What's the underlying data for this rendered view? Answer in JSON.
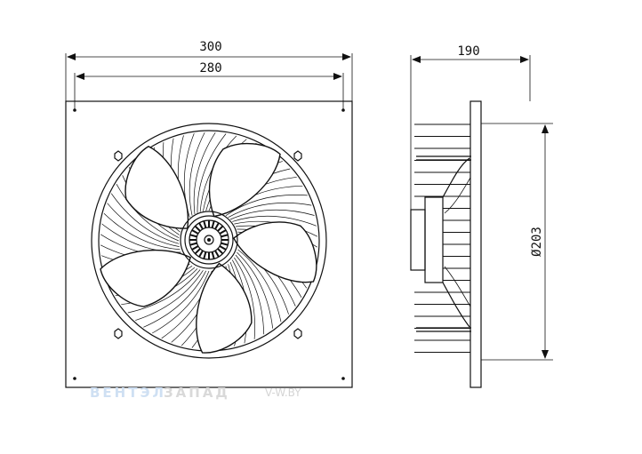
{
  "dimensions": {
    "front_outer_width": "300",
    "front_hole_spacing": "280",
    "side_depth": "190",
    "side_diameter": "Ø203"
  },
  "watermark": {
    "brand_part1": "ВЕНТЭЛ",
    "brand_part2": "ЗАПАД",
    "site": "V-W.BY"
  },
  "icons": [
    "fan-front-view-icon",
    "fan-side-view-icon"
  ]
}
